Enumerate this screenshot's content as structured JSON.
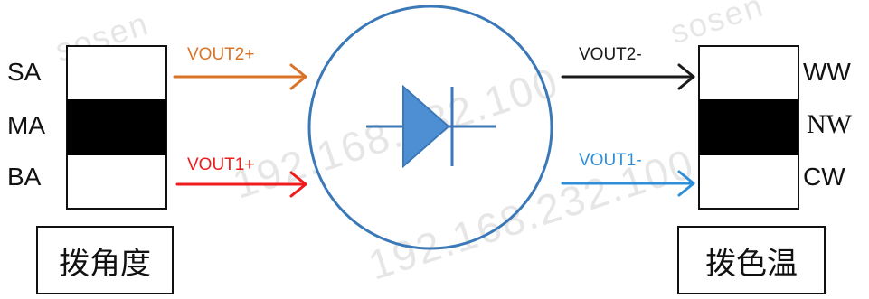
{
  "left_switch": {
    "labels": [
      "SA",
      "MA",
      "BA"
    ],
    "caption": "拨角度"
  },
  "right_switch": {
    "labels": [
      "WW",
      "NW",
      "CW"
    ],
    "caption": "拨色温"
  },
  "arrows": {
    "vout2_plus": "VOUT2+",
    "vout1_plus": "VOUT1+",
    "vout2_minus": "VOUT2-",
    "vout1_minus": "VOUT1-"
  },
  "watermark": "192.168.232.100",
  "watermark_brand": "sosen",
  "colors": {
    "vout2_plus": "#d97326",
    "vout1_plus": "#ee1c1c",
    "vout2_minus": "#1a1a1a",
    "vout1_minus": "#2e8fd8",
    "circle": "#3a78b8",
    "diode_fill": "#4e8fd4",
    "diode_line": "#3a78b8",
    "switch_fill": "#000000"
  }
}
